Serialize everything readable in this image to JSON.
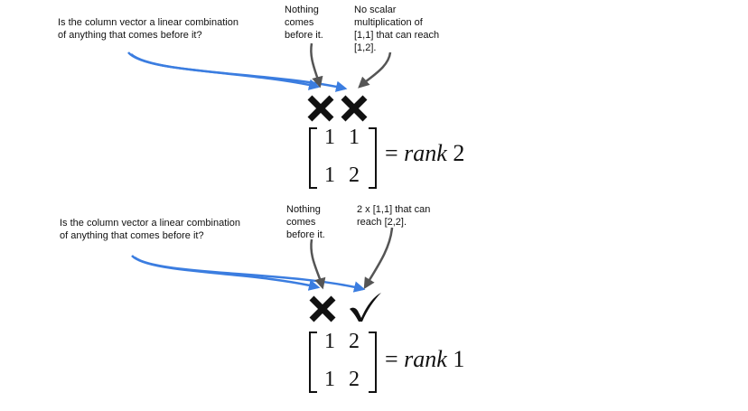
{
  "diagrams": [
    {
      "question": "Is the column vector a linear combination of anything that comes before it?",
      "note_first": "Nothing comes before it.",
      "note_second": "No scalar multiplication of [1,1] that can reach [1,2].",
      "marks": [
        "cross-icon",
        "cross-icon"
      ],
      "matrix": [
        [
          "1",
          "1"
        ],
        [
          "1",
          "2"
        ]
      ],
      "equals": "=",
      "rank_word": "rank",
      "rank_value": "2"
    },
    {
      "question": "Is the column vector a linear combination of anything that comes before it?",
      "note_first": "Nothing comes before it.",
      "note_second": "2 x [1,1] that can reach [2,2].",
      "marks": [
        "cross-icon",
        "check-icon"
      ],
      "matrix": [
        [
          "1",
          "2"
        ],
        [
          "1",
          "2"
        ]
      ],
      "equals": "=",
      "rank_word": "rank",
      "rank_value": "1"
    }
  ],
  "colors": {
    "blue_arrow": "#3b7de0",
    "gray_arrow": "#555555",
    "text": "#111111"
  }
}
